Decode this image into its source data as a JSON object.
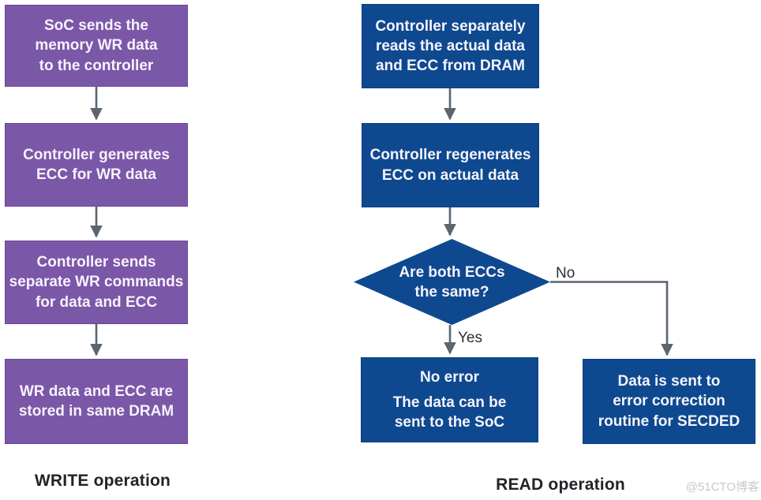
{
  "diagram": {
    "write": {
      "title": "WRITE operation",
      "steps": [
        "SoC sends the\nmemory WR data\nto the controller",
        "Controller generates\nECC for WR data",
        "Controller sends\nseparate WR commands\nfor data and ECC",
        "WR data and ECC are\nstored in same DRAM"
      ]
    },
    "read": {
      "title": "READ operation",
      "steps": [
        "Controller separately\nreads the actual data\nand ECC from DRAM",
        "Controller regenerates\nECC on actual data"
      ],
      "decision": "Are both ECCs\nthe same?",
      "yes_label": "Yes",
      "no_label": "No",
      "yes_outcome": {
        "line1": "No error",
        "line2": "The data can be\nsent to the SoC"
      },
      "no_outcome": "Data is sent to\nerror correction\nroutine for SECDED"
    },
    "watermark": "@51CTO博客",
    "colors": {
      "write_box": "#7b57a8",
      "read_box": "#0e4990",
      "arrow": "#5a6570",
      "box_text": "#f7f3fb",
      "title_text": "#222228",
      "watermark_text": "#c9c9c9"
    }
  }
}
